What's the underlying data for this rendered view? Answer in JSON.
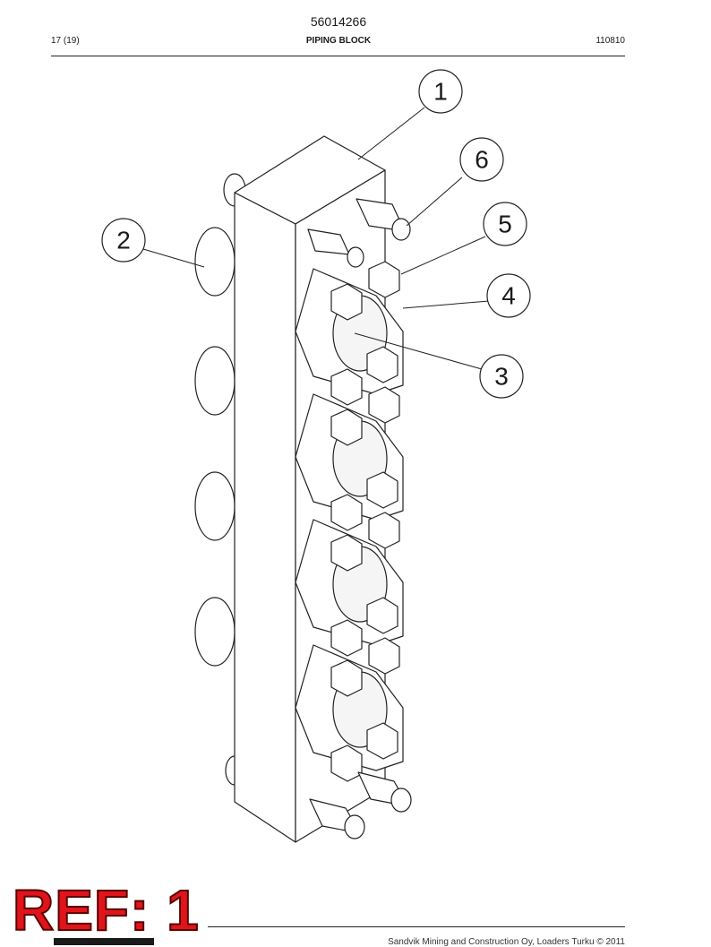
{
  "header": {
    "doc_number": "56014266",
    "page": "17 (19)",
    "title": "PIPING BLOCK",
    "date": "110810"
  },
  "drawing": {
    "callouts": [
      "1",
      "2",
      "3",
      "4",
      "5",
      "6"
    ]
  },
  "stamp": {
    "text": "REF: 1"
  },
  "footer": {
    "copyright": "Sandvik Mining and Construction Oy, Loaders Turku © 2011"
  }
}
